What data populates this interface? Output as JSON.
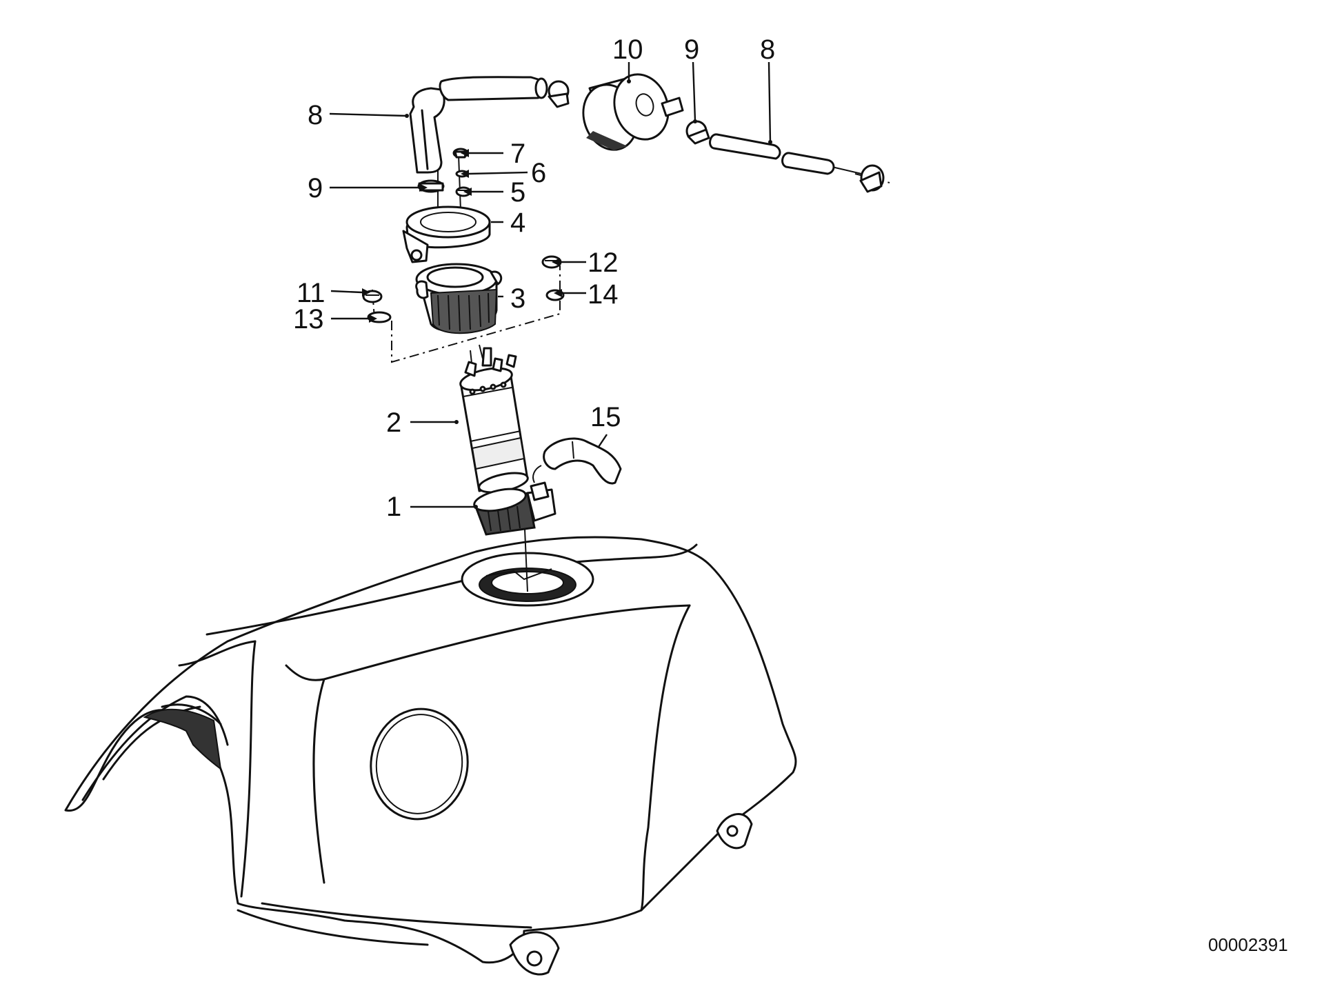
{
  "diagram": {
    "callouts": [
      {
        "id": "c1",
        "label": "1"
      },
      {
        "id": "c2",
        "label": "2"
      },
      {
        "id": "c3",
        "label": "3"
      },
      {
        "id": "c4",
        "label": "4"
      },
      {
        "id": "c5",
        "label": "5"
      },
      {
        "id": "c6",
        "label": "6"
      },
      {
        "id": "c7",
        "label": "7"
      },
      {
        "id": "c8a",
        "label": "8"
      },
      {
        "id": "c8b",
        "label": "8"
      },
      {
        "id": "c9a",
        "label": "9"
      },
      {
        "id": "c9b",
        "label": "9"
      },
      {
        "id": "c10",
        "label": "10"
      },
      {
        "id": "c11",
        "label": "11"
      },
      {
        "id": "c12",
        "label": "12"
      },
      {
        "id": "c13",
        "label": "13"
      },
      {
        "id": "c14",
        "label": "14"
      },
      {
        "id": "c15",
        "label": "15"
      }
    ],
    "document_id": "00002391"
  }
}
